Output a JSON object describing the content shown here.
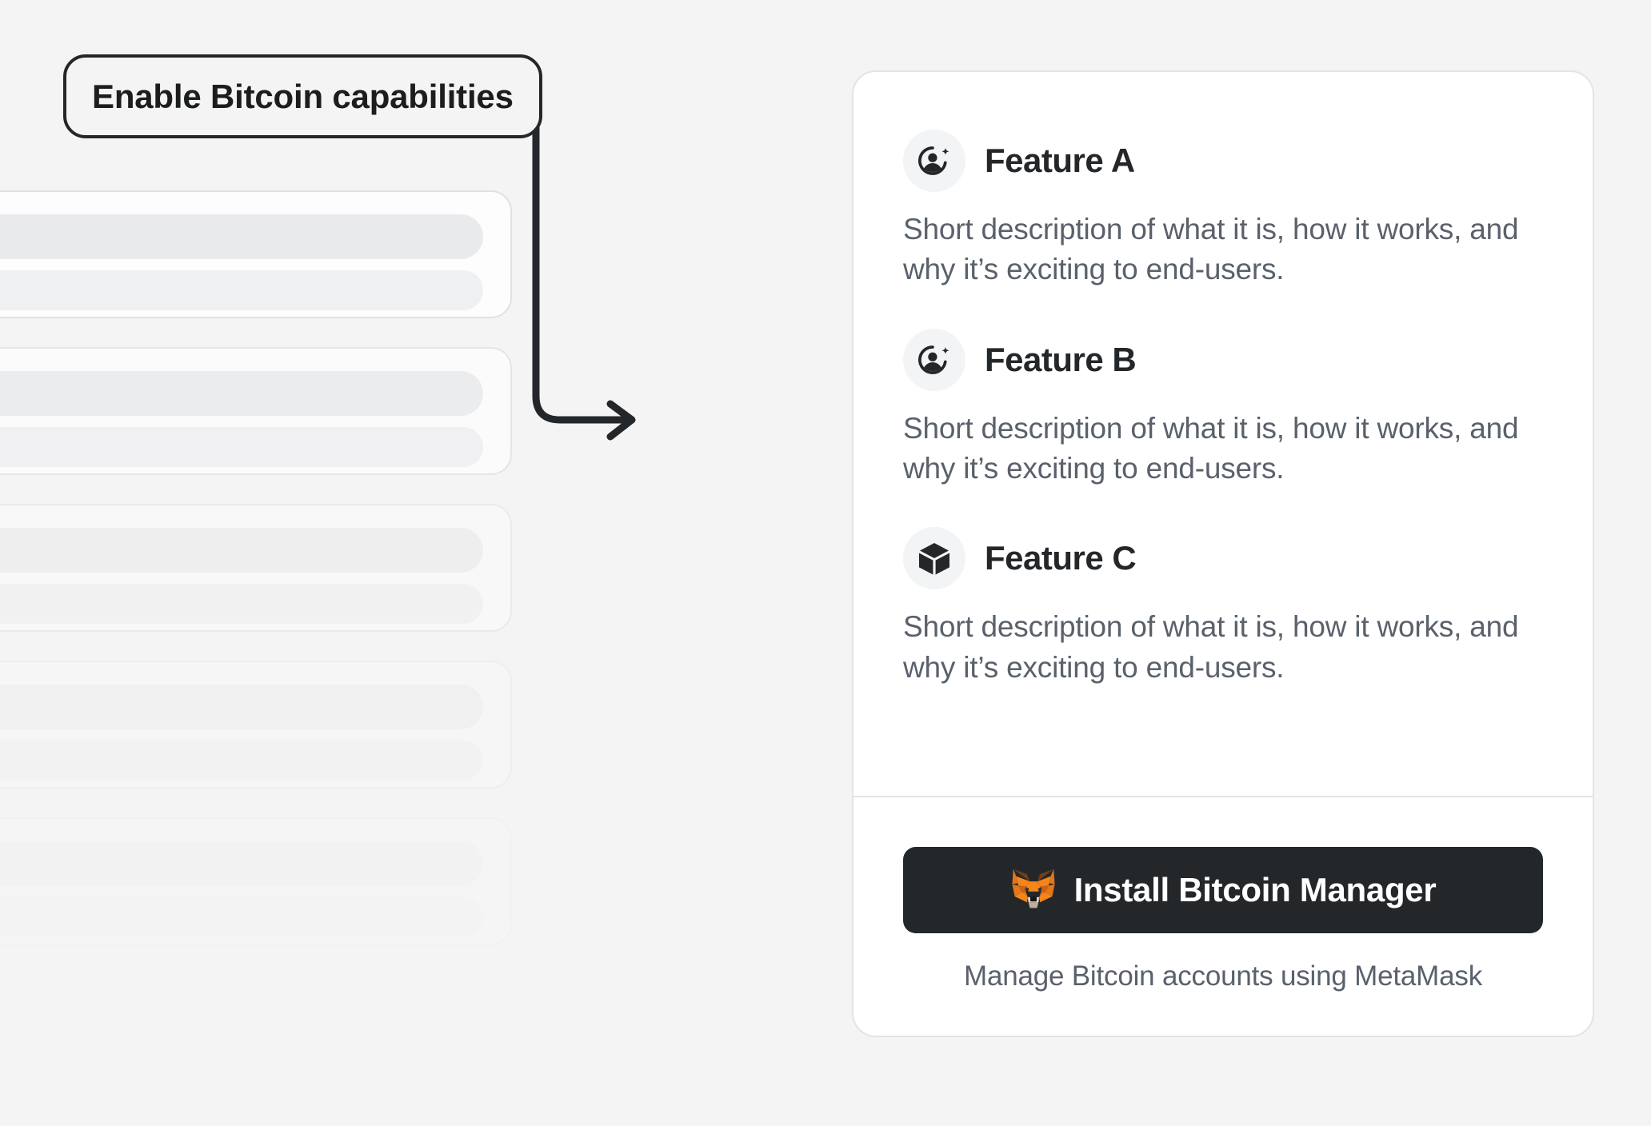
{
  "background_color": "#f4f4f4",
  "annotation": {
    "label": "Enable Bitcoin capabilities",
    "connector_name": "arrow-connector",
    "dot_color": "#24272a",
    "line_color": "#24272a"
  },
  "skeleton": {
    "count": 5,
    "card_fill": "#fdfdfd",
    "bar_color": "#e9eaec"
  },
  "card": {
    "features": [
      {
        "icon": "user-plus-icon",
        "title": "Feature A",
        "description": "Short description of what it is, how it works, and why it’s exciting to end-users."
      },
      {
        "icon": "user-plus-icon",
        "title": "Feature B",
        "description": "Short description of what it is, how it works, and why it’s exciting to end-users."
      },
      {
        "icon": "cube-icon",
        "title": "Feature C",
        "description": "Short description of what it is, how it works, and why it’s exciting to end-users."
      }
    ],
    "footer": {
      "install_button_label": "Install Bitcoin Manager",
      "install_button_icon": "metamask-fox-icon",
      "install_button_color": "#24272a",
      "caption": "Manage Bitcoin accounts using MetaMask"
    }
  },
  "colors": {
    "heading": "#24272a",
    "body_text": "#5a616b",
    "card_border": "#e2e4e7",
    "icon_bubble": "#f2f4f6",
    "metamask_orange": "#e2761b",
    "metamask_dark_orange": "#cd6116",
    "metamask_brown": "#763d16",
    "metamask_cream": "#e4d7cd"
  }
}
